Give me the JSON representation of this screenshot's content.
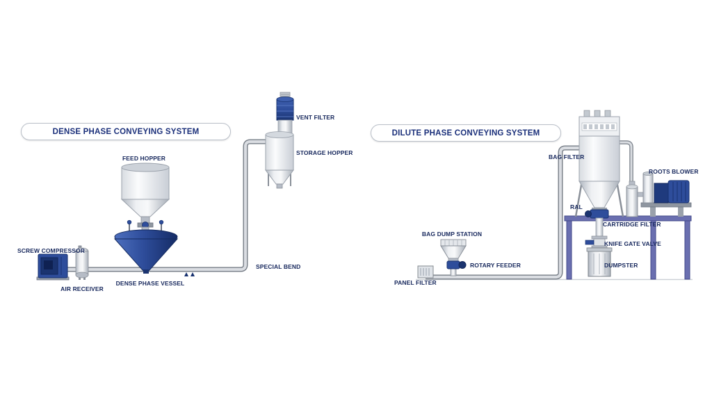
{
  "dense_system": {
    "title": "DENSE PHASE CONVEYING SYSTEM",
    "labels": {
      "feed_hopper": "FEED HOPPER",
      "screw_compressor": "SCREW COMPRESSOR",
      "air_receiver": "AIR RECEIVER",
      "dense_phase_vessel": "DENSE PHASE VESSEL",
      "special_bend": "SPECIAL BEND",
      "vent_filter": "VENT FILTER",
      "storage_hopper": "STORAGE HOPPER"
    }
  },
  "dilute_system": {
    "title": "DILUTE PHASE CONVEYING SYSTEM",
    "labels": {
      "panel_filter": "PANEL FILTER",
      "bag_dump_station": "BAG DUMP STATION",
      "rotary_feeder": "ROTARY FEEDER",
      "bag_filter": "BAG FILTER",
      "ral": "RAL",
      "cartridge_filter": "CARTRIDGE FILTER",
      "roots_blower": "ROOTS BLOWER",
      "knife_gate_valve": "KNIFE GATE VALVE",
      "dumpster": "DUMPSTER"
    }
  },
  "colors": {
    "label_text": "#16275c",
    "title_text": "#1a2f7a",
    "equipment_blue": "#2e4d9b",
    "equipment_blue_dark": "#16306e",
    "frame_purple": "#6a6fb0",
    "pipe_gray": "#dadde2",
    "steel_gray": "#c3c9d0",
    "background": "#ffffff"
  }
}
